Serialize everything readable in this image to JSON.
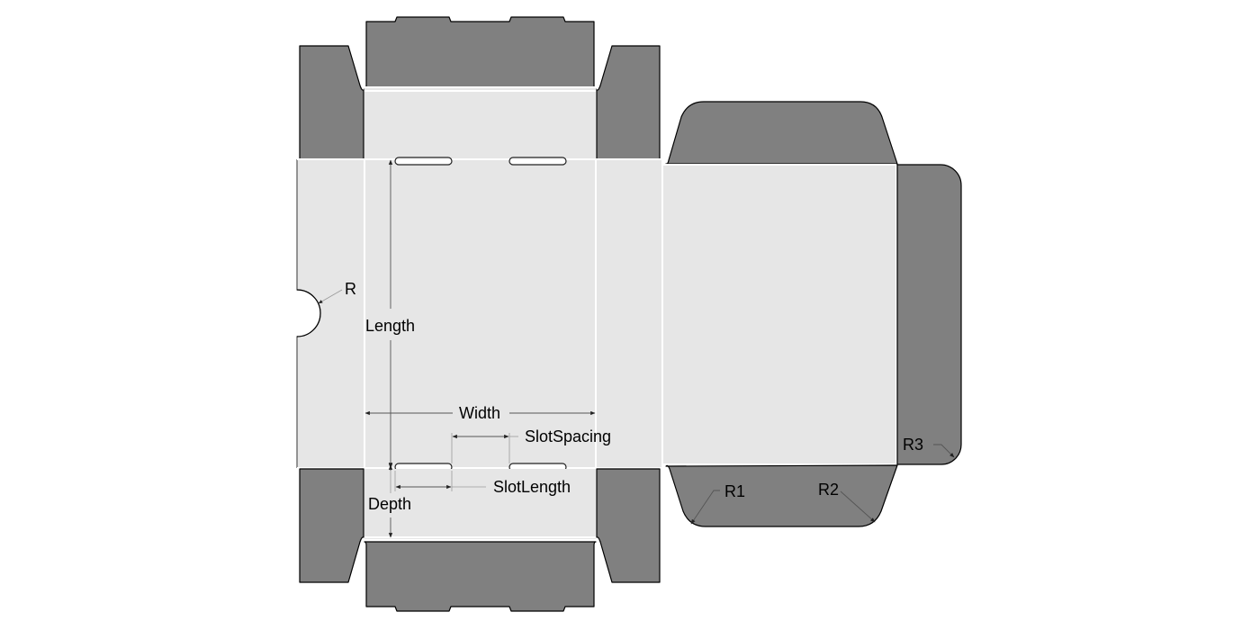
{
  "diagram": {
    "type": "box-dieline",
    "description": "Flat die-cut template of a tuck-top mailer box",
    "colors": {
      "flap": "#808080",
      "panel": "#e6e6e6",
      "crease": "#ffffff",
      "outline": "#000000",
      "background": "#ffffff"
    },
    "labels": {
      "thumb_notch_radius": "R",
      "length": "Length",
      "width": "Width",
      "slot_spacing": "SlotSpacing",
      "slot_length": "SlotLength",
      "depth": "Depth",
      "lid_corner_radius_1": "R1",
      "lid_corner_radius_2": "R2",
      "tab_corner_radius_3": "R3"
    }
  }
}
